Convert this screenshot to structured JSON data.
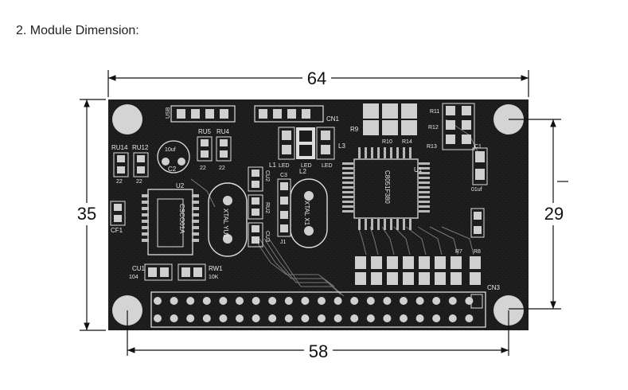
{
  "heading": "2. Module Dimension:",
  "dimensions": {
    "top_width": "64",
    "bottom_width": "58",
    "left_height": "35",
    "right_height": "29"
  },
  "silkscreen": {
    "usb": "USB",
    "cn1": "CN1",
    "cn3": "CN3",
    "ru5": "RU5",
    "ru4": "RU4",
    "ru14": "RU14",
    "ru12": "RU12",
    "cap_10uf": "10uf",
    "c2": "C2",
    "u2": "U2",
    "v22a": "22",
    "v22b": "22",
    "v22c": "22",
    "v22d": "22",
    "chip_u2": "CSCO01A",
    "cf1": "CF1",
    "xtal_yu1": "XTAL YU1",
    "xtal_x1": "XTAL X1",
    "cu2": "CU2",
    "ru2": "RU2",
    "cu3": "CU3",
    "l1": "L1",
    "l2": "L2",
    "l3": "L3",
    "led1": "LED",
    "led2": "LED",
    "led3": "LED",
    "r9": "R9",
    "r10": "R10",
    "r14": "R14",
    "r11": "R11",
    "r12": "R12",
    "r13": "R13",
    "c1": "C1",
    "cap_01uf": "01uf",
    "u1": "U1",
    "chip_u1": "C8051F380",
    "cu1": "CU1",
    "v104": "104",
    "rw1": "RW1",
    "v10k": "10K",
    "r7": "R7",
    "r8": "R8",
    "j1": "J1",
    "c3": "C3"
  },
  "colors": {
    "pcb": "#1c1c1c",
    "pad": "#cfcfcf",
    "hole": "#d4d4d4",
    "dim_line": "#111111"
  }
}
